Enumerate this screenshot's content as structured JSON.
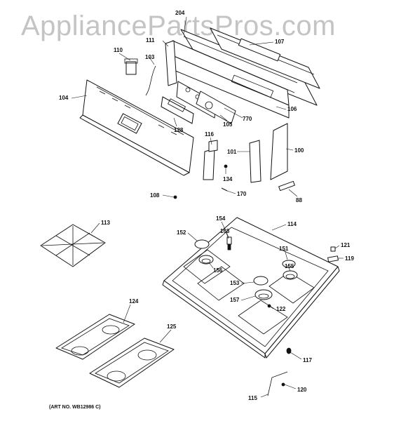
{
  "watermark": "AppliancePartsPros.com",
  "art_number": "(ART NO. WB12986 C)",
  "callouts": {
    "p204": "204",
    "p107": "107",
    "p110": "110",
    "p111": "111",
    "p103": "103",
    "p104": "104",
    "p106": "106",
    "p105": "105",
    "p770": "770",
    "p128": "128",
    "p116": "116",
    "p101": "101",
    "p100": "100",
    "p134": "134",
    "p108": "108",
    "p170": "170",
    "p88": "88",
    "p113": "113",
    "p154": "154",
    "p114": "114",
    "p152": "152",
    "p168": "168",
    "p151": "151",
    "p121": "121",
    "p119": "119",
    "p156": "156",
    "p155": "155",
    "p153": "153",
    "p157": "157",
    "p122": "122",
    "p124": "124",
    "p125": "125",
    "p117": "117",
    "p120": "120",
    "p115": "115"
  }
}
